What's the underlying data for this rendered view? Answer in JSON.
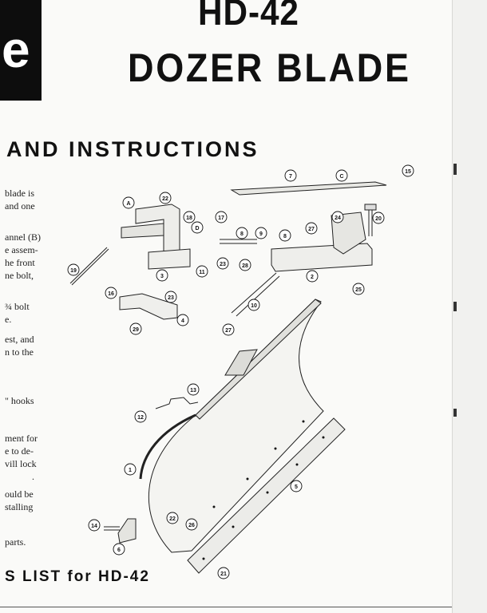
{
  "header": {
    "logo_letter": "e",
    "model": "HD-42",
    "product": "DOZER BLADE"
  },
  "section_heading": "AND INSTRUCTIONS",
  "body_lines": [
    "blade is",
    "and one",
    "annel (B)",
    "e assem-",
    "he front",
    "ne bolt,",
    "¾ bolt",
    "e.",
    "est, and",
    "n to the",
    "\" hooks",
    "ment for",
    "e to de-",
    "vill lock",
    ".",
    "ould be",
    "stalling",
    "parts."
  ],
  "callouts": {
    "n1": "1",
    "n2": "2",
    "n3": "3",
    "n4": "4",
    "n5": "5",
    "n6": "6",
    "n7": "7",
    "n8": "8",
    "n8b": "8",
    "n9": "9",
    "n10": "10",
    "n11": "11",
    "n12": "12",
    "n13": "13",
    "n14": "14",
    "n15": "15",
    "n16": "16",
    "n17": "17",
    "n18": "18",
    "n19": "19",
    "n20": "20",
    "n21": "21",
    "n22": "22",
    "n22b": "22",
    "n23": "23",
    "n23b": "23",
    "n24": "24",
    "n25": "25",
    "n26": "26",
    "n27": "27",
    "n27b": "27",
    "n28": "28",
    "n29": "29",
    "lA": "A",
    "lC": "C",
    "lD": "D"
  },
  "parts_list_heading": "S LIST for HD-42"
}
